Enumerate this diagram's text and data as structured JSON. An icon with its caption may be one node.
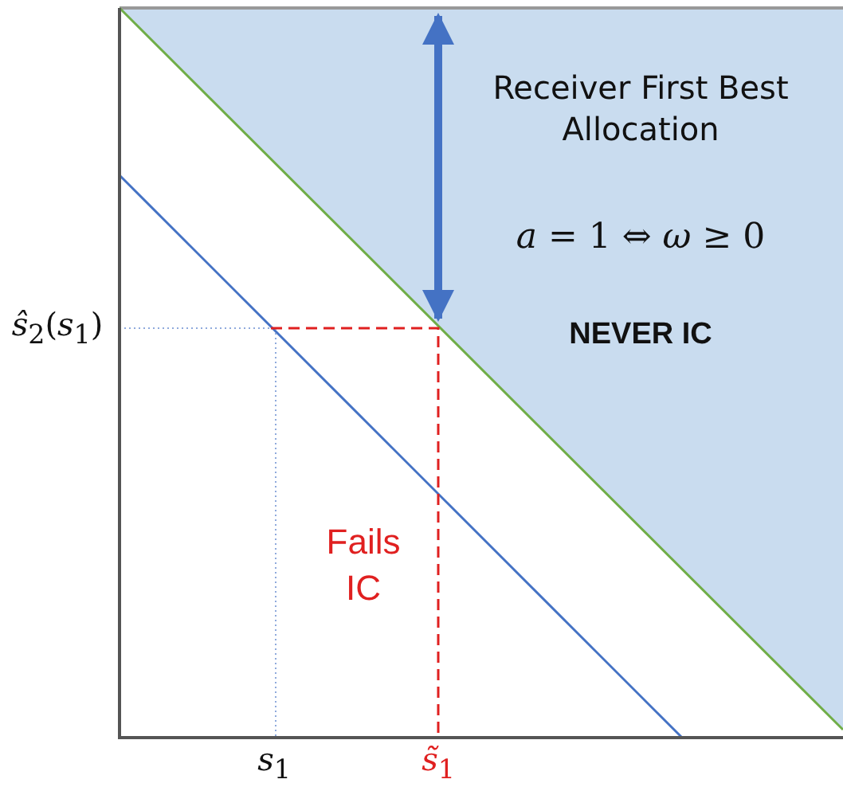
{
  "diagram": {
    "labels": [
      "Receiver First Best Allocation",
      "*a* = 1 ⇔ *ω* ≥ 0",
      "NEVER IC",
      "*ŝ*$_{2}$(*s*$_{1}$)",
      "Fails IC",
      "*s*$_{1}$",
      "*s̃*$_{1}$"
    ]
  }
}
